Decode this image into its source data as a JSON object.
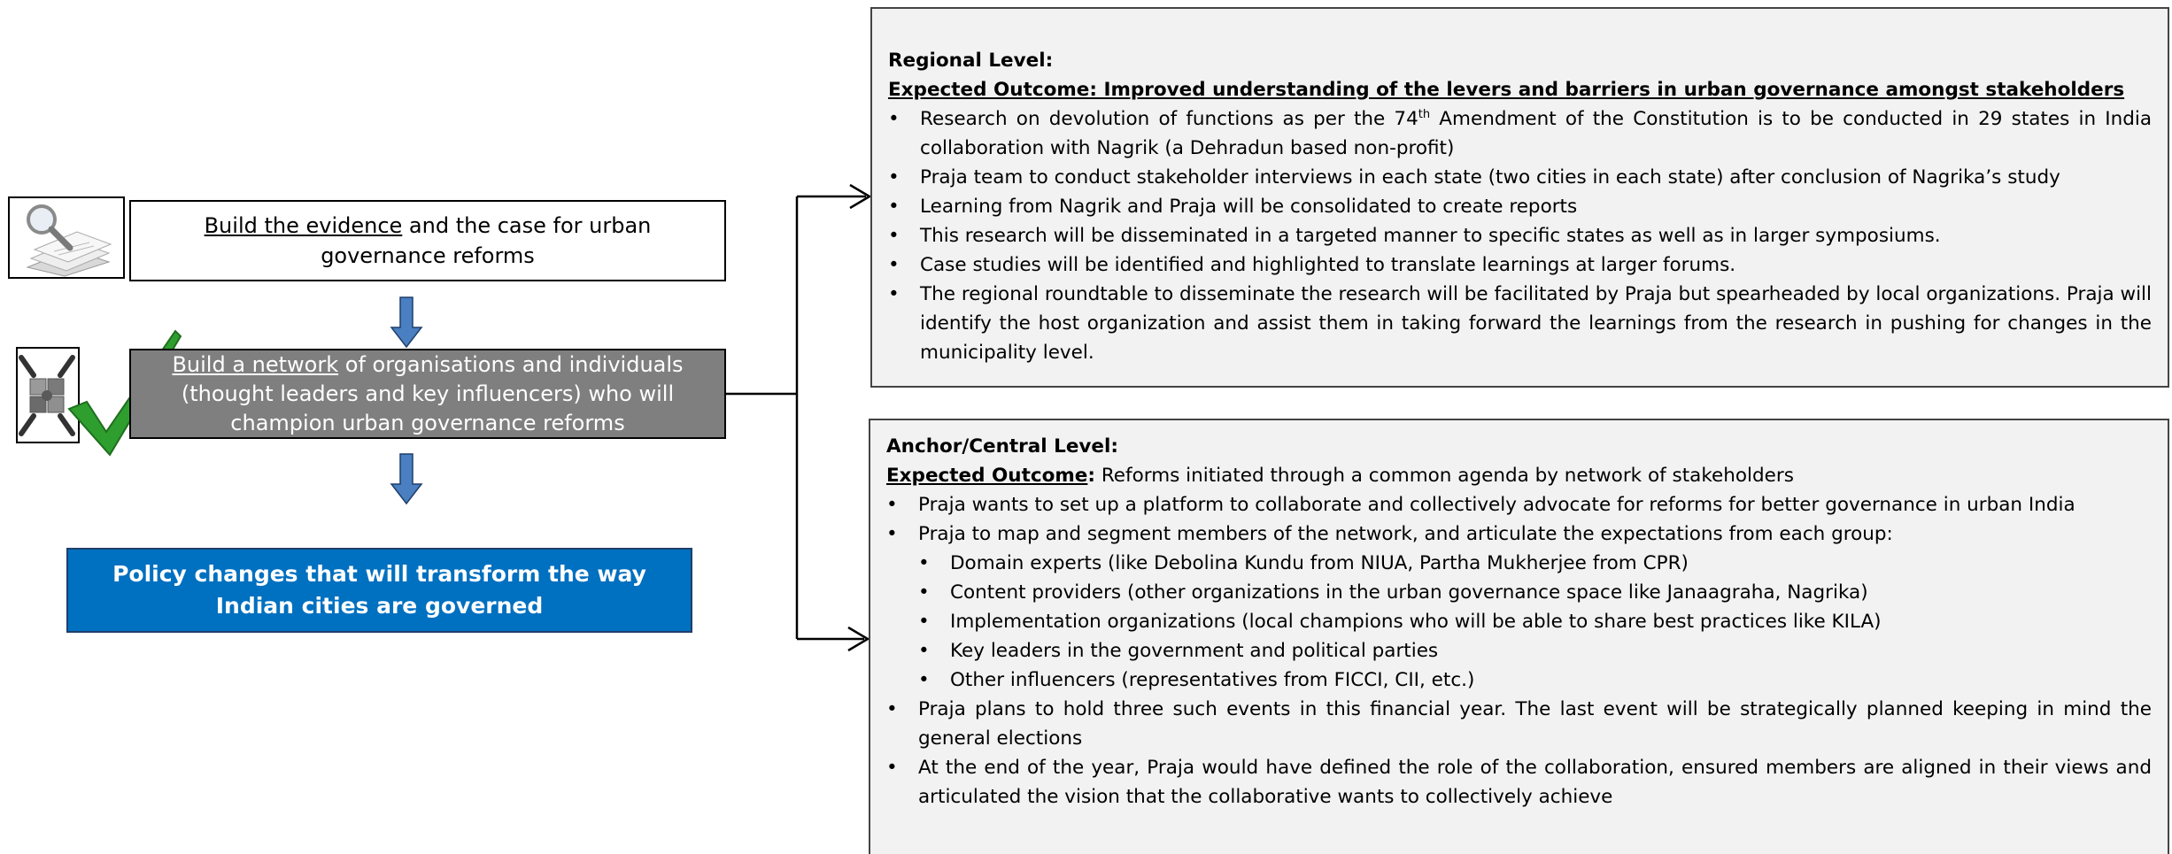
{
  "left_flow": {
    "evidence_box": {
      "underlined": "Build the evidence",
      "rest": " and the case for urban governance reforms"
    },
    "network_box": {
      "underlined": "Build a network",
      "rest": " of organisations and individuals (thought leaders and key influencers) who will champion urban governance reforms"
    },
    "policy_box": {
      "text": "Policy changes that will transform the way Indian cities are governed"
    }
  },
  "regional": {
    "heading": "Regional Level:",
    "outcome": "Expected Outcome: Improved understanding of the levers and barriers in urban governance amongst stakeholders",
    "bullet1_pre": "Research on devolution of functions as per the 74",
    "bullet1_sup": "th",
    "bullet1_post": " Amendment of the Constitution is to be conducted in 29 states in India collaboration with Nagrik (a Dehradun based non-profit)",
    "bullets": [
      "Praja team to conduct stakeholder interviews in each state (two cities in each state) after conclusion of Nagrika’s study",
      "Learning from Nagrik and Praja will be consolidated to create reports",
      "This research will be disseminated in a targeted manner to specific states as well as in larger symposiums.",
      "Case studies will be identified and highlighted to translate learnings at larger forums.",
      "The regional roundtable to disseminate the research will be facilitated by Praja but spearheaded by local organizations. Praja will identify the host organization and assist them in taking forward the learnings from the research in pushing for changes in the municipality level."
    ]
  },
  "anchor": {
    "heading": "Anchor/Central Level:",
    "outcome_label": "Expected Outcome",
    "outcome_colon": ":",
    "outcome_text": " Reforms initiated through a common agenda by network of stakeholders",
    "bullets_top": [
      "Praja wants to set up a platform to collaborate and collectively advocate for reforms for better governance in urban India",
      "Praja to map and segment members of the network, and articulate the expectations from each group:"
    ],
    "sub_bullets": [
      "Domain experts (like Debolina Kundu from NIUA, Partha Mukherjee from CPR)",
      "Content providers (other organizations in the urban governance space like Janaagraha, Nagrika)",
      "Implementation organizations (local champions who will be able to share best practices like KILA)",
      "Key leaders in the government and political parties",
      "Other influencers (representatives from FICCI, CII, etc.)"
    ],
    "bullets_bottom": [
      "Praja plans to hold three such events in this financial year. The last event will be strategically planned keeping in mind the general elections",
      "At the end of the year, Praja would have defined the role of the collaboration, ensured members are aligned in their views and articulated the vision that the collaborative wants to collectively achieve"
    ]
  },
  "bullet_char": "•",
  "icons": [
    "documents-magnifier-icon",
    "puzzle-hands-icon",
    "checkmark-icon"
  ],
  "colors": {
    "policy_box": "#0070c0",
    "network_box": "#7f7f7f",
    "panel_bg": "#f2f2f2",
    "checkmark": "#2e9e2e",
    "arrow": "#4a7fc1"
  }
}
